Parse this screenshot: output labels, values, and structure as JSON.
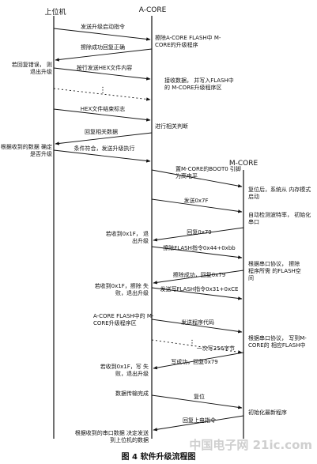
{
  "headers": {
    "host": "上位机",
    "acore": "A-CORE",
    "mcore": "M-CORE"
  },
  "messages": [
    "发送升级启动指令",
    "擦除成功回复正确",
    "按行发送HEX文件内容",
    "HEX文件结束标志",
    "回复相关数据",
    "条件符合，发送升级执行",
    "置M-CORE的BOOT0 引脚为高电平",
    "发送0x7F",
    "回复0x79",
    "擦除FLASH指令0x44+0xbb",
    "擦除成功，回复0x79",
    "发送写FLASH指令0x31+0xCE",
    "发送程序代码",
    "一次写256字节",
    "写成功，回复0x79",
    "复位",
    "回复上电指令"
  ],
  "notes": {
    "erase_acore": "擦除A-CORE FLASH中 M-CORE的升级程序",
    "receive_write": "接收数据， 并写入FLASH中的 M-CORE升级程序区",
    "judge": "进行相关判断",
    "host_error": "若回复错误， 则退出升级",
    "host_decide": "根据收到的数据 确定是否升级",
    "reset_boot": "复位后，系统从 内存模式启动",
    "autobaud": "自动检测波特率， 初始化串口",
    "erase_mcore": "根据串口协议， 擦除程序所需 的FLASH空间",
    "exit_1f_a": "若收到0x1F， 退出升级",
    "exit_1f_b": "若收到0x1F，擦除 失败，退出升级",
    "acore_area": "A-CORE FLASH中的 M-CORE升级程序区",
    "write_mcore": "根据串口协议， 写到M-CORE的 相应FLASH中",
    "exit_1f_c": "若收到0x1F，写 失败，退出升级",
    "transfer_done": "数据传输完成",
    "init_latest": "初始化最新程序",
    "host_final": "根据收到的串口数据 决定发送到上位机的数据",
    "dots": "⋮"
  },
  "caption": "图 4   软件升级流程图",
  "watermark": "中国电子网 21ic.com"
}
